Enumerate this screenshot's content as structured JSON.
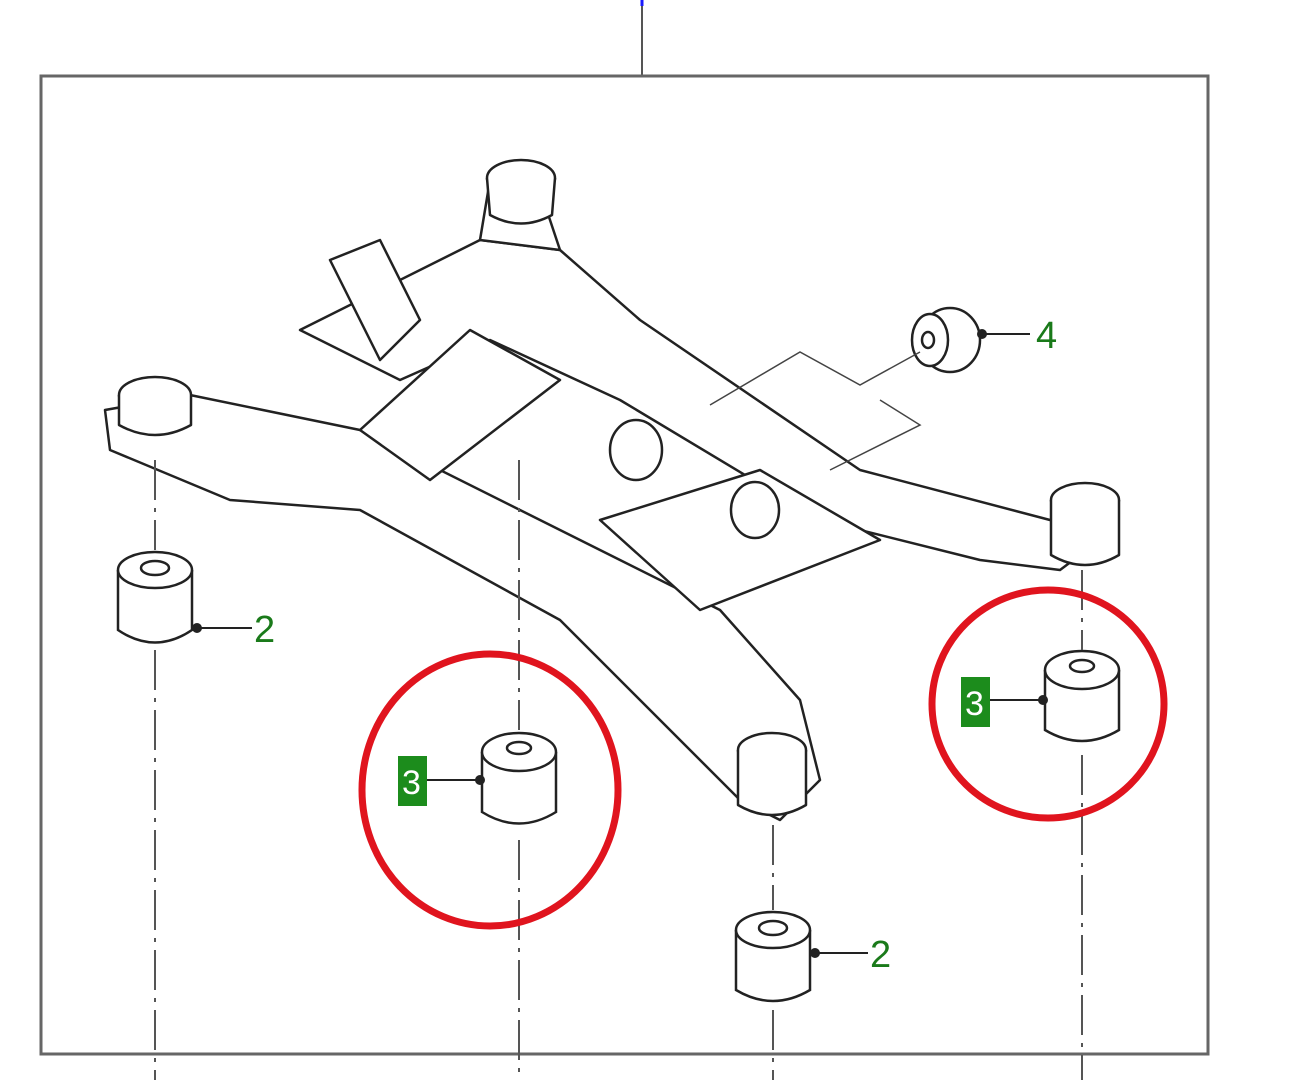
{
  "diagram": {
    "callouts": [
      {
        "id": "2",
        "label": "2",
        "highlighted": false
      },
      {
        "id": "2b",
        "label": "2",
        "highlighted": false
      },
      {
        "id": "3",
        "label": "3",
        "highlighted": true
      },
      {
        "id": "3b",
        "label": "3",
        "highlighted": true
      },
      {
        "id": "4",
        "label": "4",
        "highlighted": false
      }
    ],
    "colors": {
      "highlight_circle": "#e0141e",
      "label_green": "#1a7a1a",
      "label_box": "#1c8c1c",
      "frame": "#666666",
      "leader_top": "#1a1aff"
    }
  }
}
